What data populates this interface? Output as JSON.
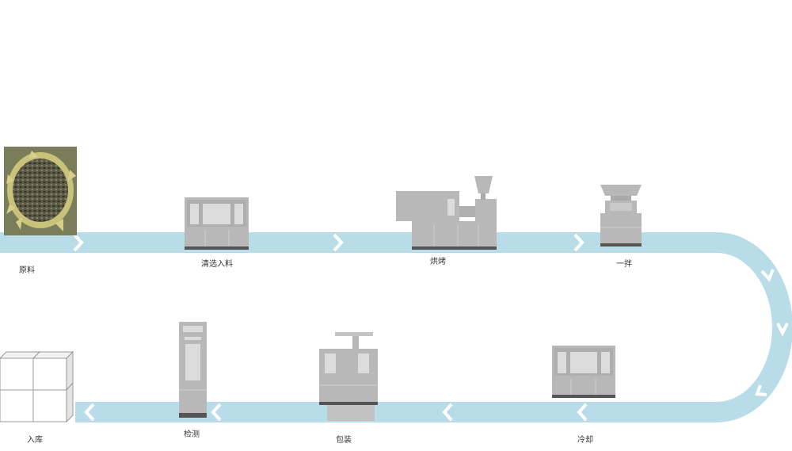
{
  "colors": {
    "flow_band": "#b9dde8",
    "flow_chevron": "#ffffff",
    "machine_body": "#b8b8b8",
    "machine_panel": "#d8d8d8",
    "machine_base": "#555555",
    "cube_face": "#ffffff"
  },
  "stages": [
    {
      "id": "raw",
      "label": "原料",
      "icon": "sunflower-photo-icon"
    },
    {
      "id": "clean",
      "label": "清选入料",
      "icon": "cleaning-machine-icon"
    },
    {
      "id": "roast",
      "label": "烘烤",
      "icon": "roasting-machine-icon"
    },
    {
      "id": "season",
      "label": "一拌",
      "icon": "mixer-machine-icon"
    },
    {
      "id": "cool",
      "label": "冷却",
      "icon": "cooling-machine-icon"
    },
    {
      "id": "pack",
      "label": "包装",
      "icon": "packing-machine-icon"
    },
    {
      "id": "inspect",
      "label": "检测",
      "icon": "inspection-machine-icon"
    },
    {
      "id": "warehouse",
      "label": "入库",
      "icon": "boxes-icon"
    }
  ]
}
